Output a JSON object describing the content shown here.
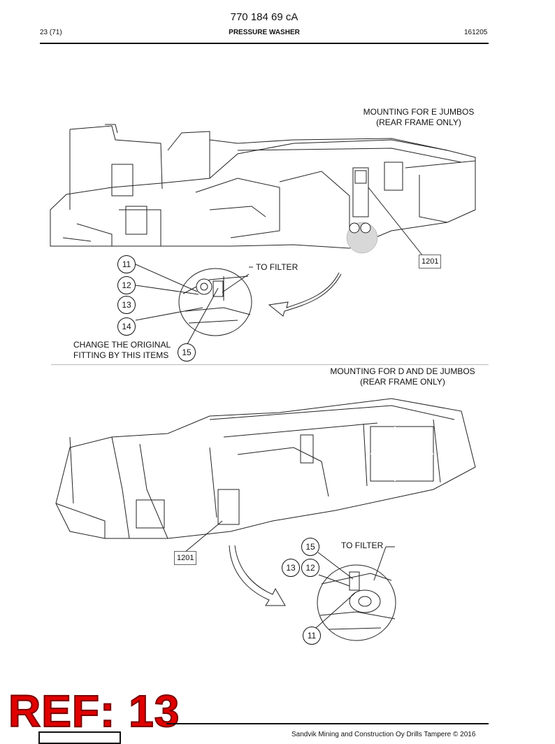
{
  "header": {
    "doc_number": "770 184 69 cA",
    "page": "23 (71)",
    "section_title": "PRESSURE WASHER",
    "date_code": "161205"
  },
  "top_view": {
    "caption_line1": "MOUNTING FOR E JUMBOS",
    "caption_line2": "(REAR FRAME ONLY)",
    "part_ref": "1201",
    "to_filter": "TO FILTER",
    "balloons": [
      "11",
      "12",
      "13",
      "14",
      "15"
    ],
    "note_line1": "CHANGE THE ORIGINAL",
    "note_line2": "FITTING BY THIS ITEMS"
  },
  "bottom_view": {
    "caption_line1": "MOUNTING FOR D AND DE JUMBOS",
    "caption_line2": "(REAR FRAME ONLY)",
    "part_ref": "1201",
    "to_filter": "TO FILTER",
    "balloons": [
      "15",
      "13",
      "12",
      "11"
    ]
  },
  "footer": {
    "ref_tag": "REF: 13",
    "copyright": "Sandvik Mining and Construction Oy Drills Tampere © 2016"
  }
}
